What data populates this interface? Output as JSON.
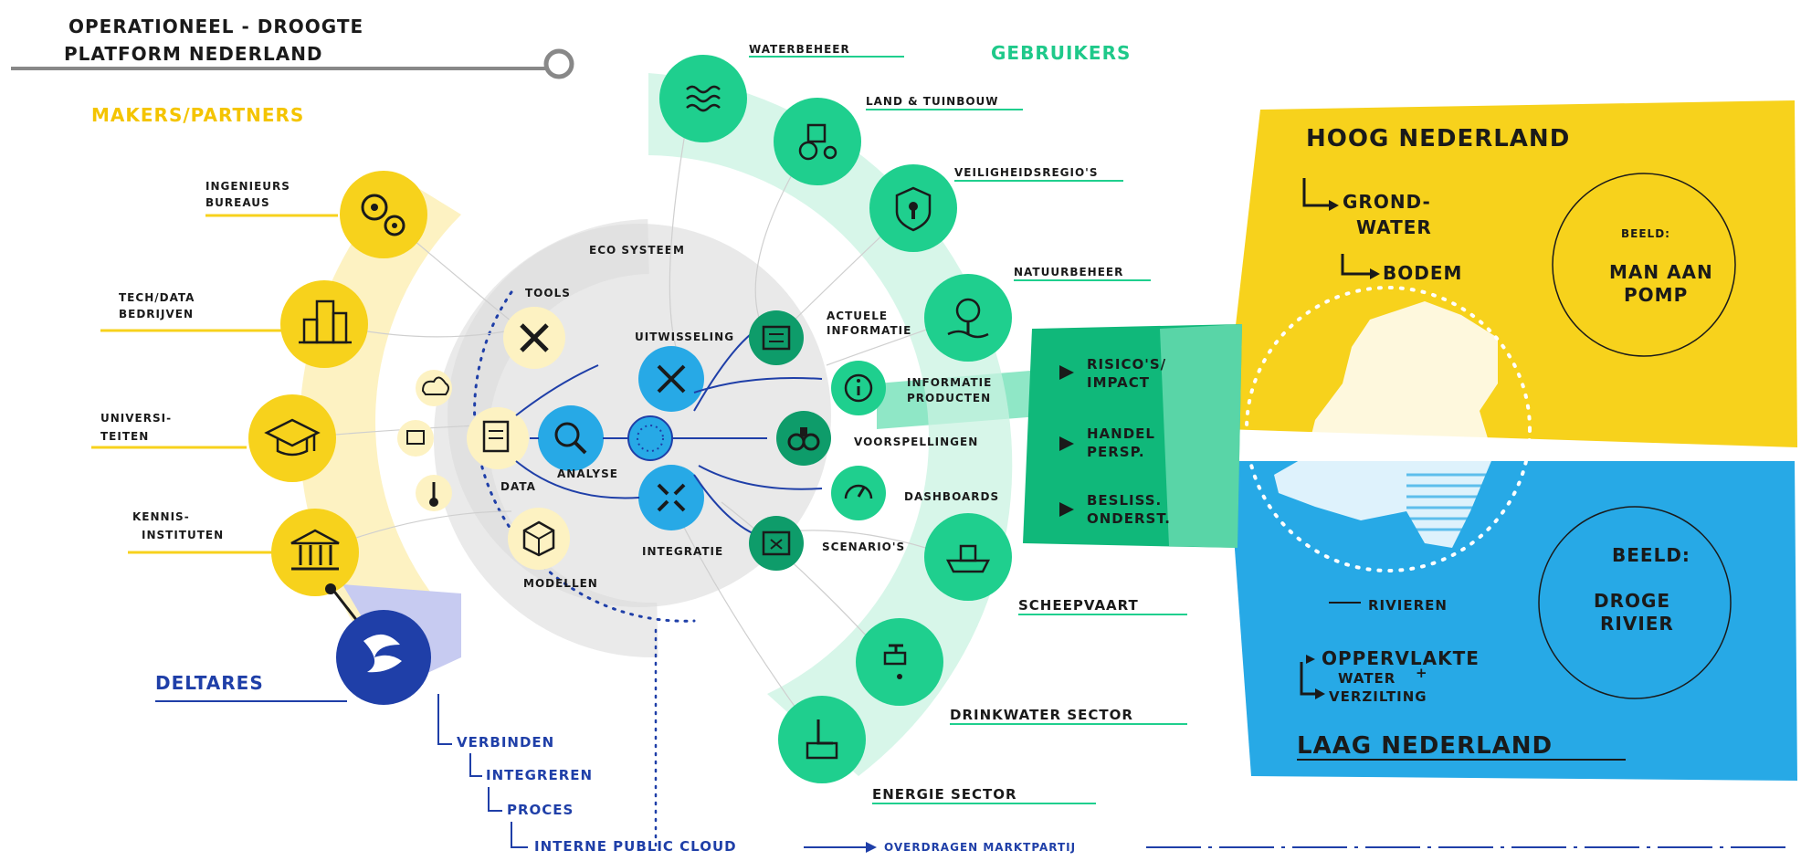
{
  "title": {
    "line1": "OPERATIONEEL - DROOGTE",
    "line2": "PLATFORM NEDERLAND"
  },
  "makers_header": "MAKERS/PARTNERS",
  "makers": [
    {
      "label_l1": "INGENIEURS",
      "label_l2": "BUREAUS",
      "icon": "gears-icon"
    },
    {
      "label_l1": "TECH/DATA",
      "label_l2": "BEDRIJVEN",
      "icon": "buildings-icon"
    },
    {
      "label_l1": "UNIVERSI-",
      "label_l2": "TEITEN",
      "icon": "graduation-cap-icon"
    },
    {
      "label_l1": "KENNIS-",
      "label_l2": "INSTITUTEN",
      "icon": "institute-icon"
    }
  ],
  "deltares": {
    "label": "DELTARES",
    "steps": [
      "VERBINDEN",
      "INTEGREREN",
      "PROCES"
    ],
    "bottom_left": "INTERNE PUBLIC CLOUD",
    "bottom_right": "OVERDRAGEN MARKTPARTIJ"
  },
  "ecosystem": {
    "label": "ECO SYSTEEM",
    "nodes": {
      "tools": "TOOLS",
      "data": "DATA",
      "analyse": "ANALYSE",
      "modellen": "MODELLEN",
      "uitwisseling": "UITWISSELING",
      "integratie": "INTEGRATIE"
    }
  },
  "outputs": [
    {
      "label_l1": "ACTUELE",
      "label_l2": "INFORMATIE",
      "icon": "newspaper-icon"
    },
    {
      "label_l1": "INFORMATIE",
      "label_l2": "PRODUCTEN",
      "icon": "info-icon"
    },
    {
      "label_l1": "VOORSPELLINGEN",
      "label_l2": "",
      "icon": "binoculars-icon"
    },
    {
      "label_l1": "DASHBOARDS",
      "label_l2": "",
      "icon": "gauge-icon"
    },
    {
      "label_l1": "SCENARIO'S",
      "label_l2": "",
      "icon": "map-icon"
    }
  ],
  "users_header": "GEBRUIKERS",
  "users": [
    {
      "label": "WATERBEHEER",
      "icon": "waves-icon"
    },
    {
      "label": "LAND & TUINBOUW",
      "icon": "tractor-icon"
    },
    {
      "label": "VEILIGHEIDSREGIO'S",
      "icon": "shield-icon"
    },
    {
      "label": "NATUURBEHEER",
      "icon": "tree-icon"
    },
    {
      "label": "SCHEEPVAART",
      "icon": "ship-icon"
    },
    {
      "label": "DRINKWATER SECTOR",
      "icon": "tap-icon"
    },
    {
      "label": "ENERGIE SECTOR",
      "icon": "energy-icon"
    }
  ],
  "green_panel": [
    {
      "l1": "RISICO'S/",
      "l2": "IMPACT"
    },
    {
      "l1": "HANDEL",
      "l2": "PERSP."
    },
    {
      "l1": "BESLISS.",
      "l2": "ONDERST."
    }
  ],
  "hoog": {
    "title": "HOOG NEDERLAND",
    "item1_l1": "GROND-",
    "item1_l2": "WATER",
    "item2": "BODEM",
    "beeld_label": "BEELD:",
    "beeld_l1": "MAN AAN",
    "beeld_l2": "POMP"
  },
  "laag": {
    "title": "LAAG NEDERLAND",
    "item1": "RIVIEREN",
    "item2_l1": "OPPERVLAKTE",
    "item2_l2": "WATER",
    "item2_l3": "VERZILTING",
    "plus": "+",
    "beeld_label": "BEELD:",
    "beeld_l1": "DROGE",
    "beeld_l2": "RIVIER"
  },
  "colors": {
    "yellow": "#f7d21c",
    "yellow_light": "#fdf2c2",
    "blue": "#27a9e6",
    "green": "#1fcf8e",
    "green_dark": "#0e9c6a",
    "green_light": "#c9f3e2",
    "navy": "#1f3fa8",
    "gray_light": "#e9e9e9"
  }
}
